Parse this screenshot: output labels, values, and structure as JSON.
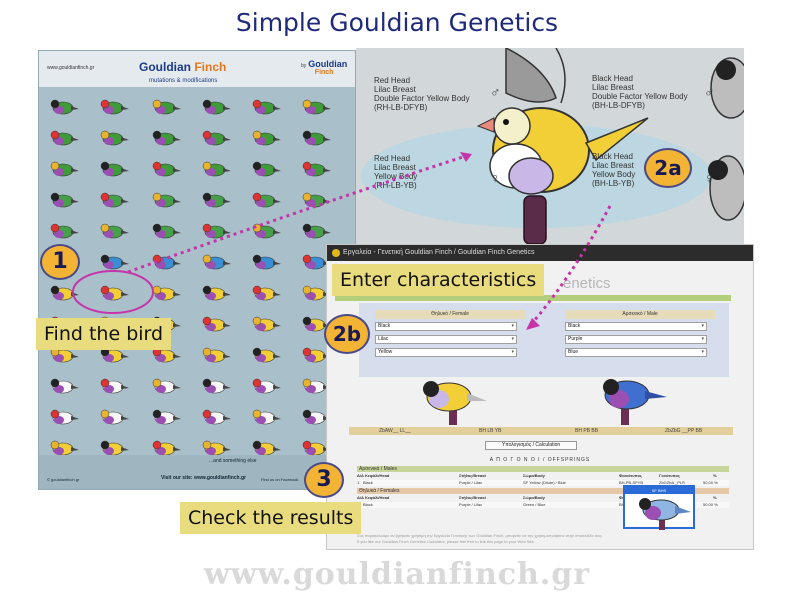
{
  "title": "Simple Gouldian Genetics",
  "poster": {
    "site": "www.gouldianfinch.gr",
    "title_part1": "Gouldian",
    "title_part2": "Finch",
    "subtitle": "mutations & modifications",
    "logo_by": "by",
    "logo": "Gouldian",
    "logo_sub": "Finch",
    "footer_note": "...and something else",
    "footer_site": "Visit our site: www.gouldianfinch.gr",
    "footer_fb": "Find us on Facebook",
    "footer_copy": "© gouldianfinch.gr"
  },
  "pairing": {
    "left_top": [
      "Red Head",
      "Lilac Breast",
      "Double Factor Yellow Body",
      "(RH-LB-DFYB)"
    ],
    "right_top": [
      "Black Head",
      "Lilac Breast",
      "Double Factor Yellow Body",
      "(BH-LB-DFYB)"
    ],
    "left_bottom": [
      "Red Head",
      "Lilac Breast",
      "Yellow Body",
      "(RH-LB-YB)"
    ],
    "right_bottom": [
      "Black Head",
      "Lilac Breast",
      "Yellow Body",
      "(BH-LB-YB)"
    ],
    "male_symbol": "♂",
    "female_symbol": "♀"
  },
  "calculator": {
    "window_title": "Εργαλεία - Γενετική Gouldian Finch / Gouldian Finch Genetics",
    "heading_fragment": "enetics",
    "female_header": "Θηλυκό / Female",
    "male_header": "Αρσενικό / Male",
    "female": {
      "head": "Black",
      "breast": "Lilac",
      "body": "Yellow"
    },
    "male": {
      "head": "Black",
      "breast": "Purple",
      "body": "Blue"
    },
    "genotype_female": "ZbAW__ LL__",
    "genotype_female_code": "BH LB YB",
    "genotype_male_code": "BH PB BB",
    "genotype_male": "ZbZbG __PP BB",
    "button": "Υπολογισμός / Calculation",
    "offspring_title": "Α Π Ο Γ Ο Ν Ο Ι / OFFSPRINGS",
    "males_label": "Αρσενικά / Males",
    "females_label": "Θηλυκά / Females",
    "col_head": "Δ/Α Κεφάλι/Head",
    "col_breast": "Στήθος/Breast",
    "col_body": "Σώμα/Body",
    "col_phenotype": "Φαινότυπος",
    "col_genotype": "Γονότυπος",
    "col_pct": "%",
    "male_row": {
      "n": "1",
      "head": "Black",
      "breast": "Purple / Lilac",
      "body": "SF Yellow (Dilute) / Blue",
      "phenotype": "BH-PB-SFYB",
      "genotype": "ZbGZbA _PLR",
      "pct": "50,00 %"
    },
    "female_row": {
      "n": "1",
      "head": "Black",
      "breast": "Purple / Lilac",
      "body": "Green / Blue",
      "phenotype": "BH-PB-GB",
      "genotype": "ZbAW _PLR",
      "pct": "50,00 %"
    },
    "popup_label": "SF BHS",
    "footer_1": "Σας παρακαλούμε αν βρήκατε χρήσιμη την Εργαλεία Γενετικής των Gouldian Finch, μπορείτε να την χρησιμοποιήσετε στην ιστοσελίδα σας.",
    "footer_2": "If you like our Gouldian Finch Genetics Calculator, please feel free to link this page to your Web Site."
  },
  "steps": {
    "s1": "1",
    "s2a": "2a",
    "s2b": "2b",
    "s3": "3",
    "find": "Find the bird",
    "enter": "Enter characteristics",
    "check": "Check the results"
  },
  "bottom_url": "www.gouldianfinch.gr",
  "colors": {
    "title": "#1f2a7a",
    "badge": "#f3b334",
    "callout": "#e8dc7e",
    "arrow": "#c634a9",
    "poster_bg": "#a9bfc9"
  }
}
